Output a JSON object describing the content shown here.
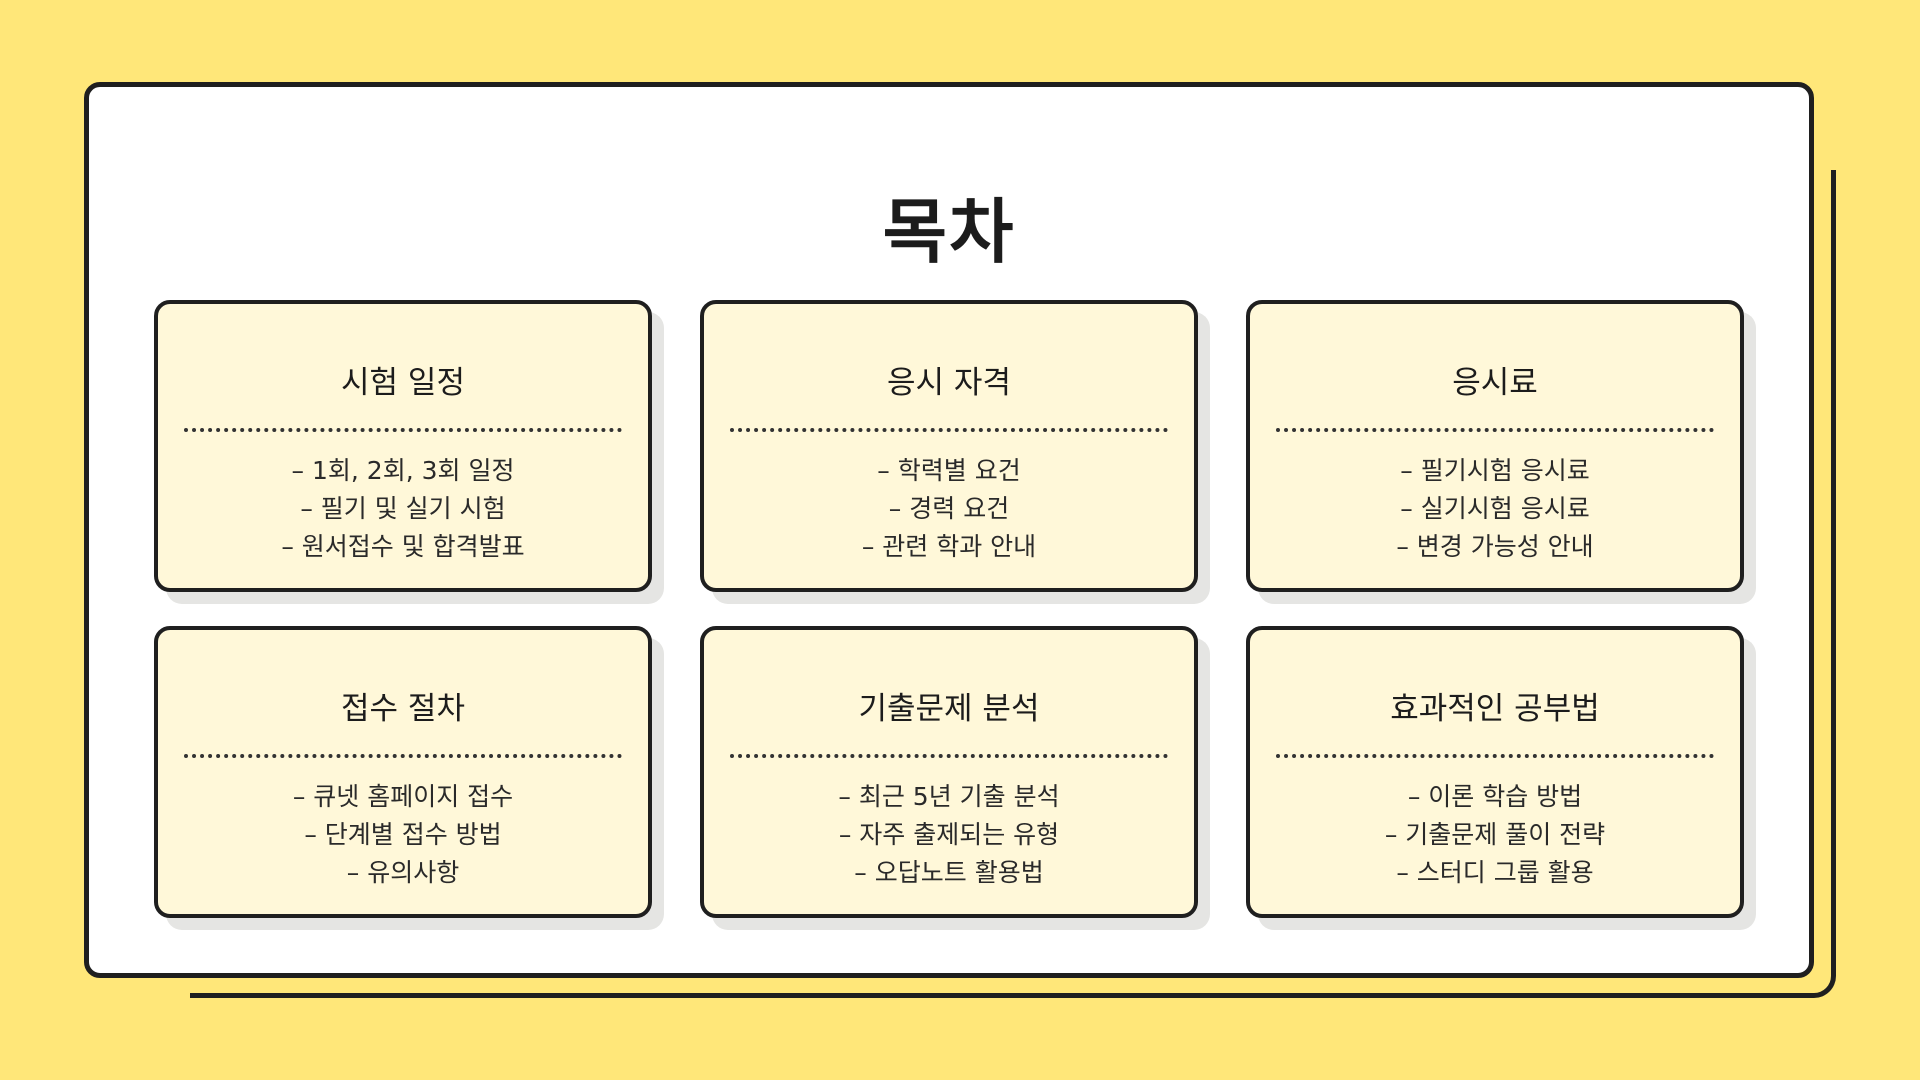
{
  "title": "목차",
  "cards": [
    {
      "title": "시험 일정",
      "items": [
        "– 1회, 2회, 3회 일정",
        "– 필기 및 실기 시험",
        "– 원서접수 및 합격발표"
      ]
    },
    {
      "title": "응시 자격",
      "items": [
        "– 학력별 요건",
        "– 경력 요건",
        "– 관련 학과 안내"
      ]
    },
    {
      "title": "응시료",
      "items": [
        "– 필기시험 응시료",
        "– 실기시험 응시료",
        "– 변경 가능성 안내"
      ]
    },
    {
      "title": "접수 절차",
      "items": [
        "– 큐넷 홈페이지 접수",
        "– 단계별 접수 방법",
        "– 유의사항"
      ]
    },
    {
      "title": "기출문제 분석",
      "items": [
        "– 최근 5년 기출 분석",
        "– 자주 출제되는 유형",
        "– 오답노트 활용법"
      ]
    },
    {
      "title": "효과적인 공부법",
      "items": [
        "– 이론 학습 방법",
        "– 기출문제 풀이 전략",
        "– 스터디 그룹 활용"
      ]
    }
  ],
  "colors": {
    "background": "#FFE779",
    "card_fill": "#FFF8D9",
    "frame_fill": "#FFFFFF",
    "outline": "#1F1F1F"
  }
}
